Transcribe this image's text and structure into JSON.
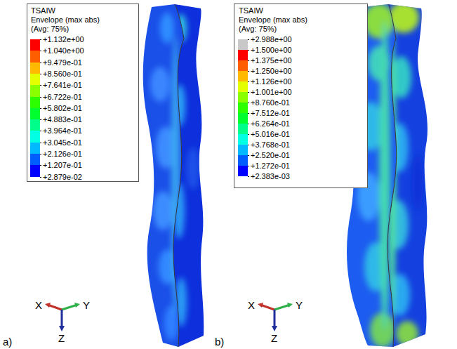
{
  "diagram": {
    "labels": [
      "TSAIW",
      "Envelope (max abs)",
      "(Avg: 75%)",
      "TSAIW",
      "Envelope (max abs)",
      "(Avg: 75%)",
      "X",
      "Y",
      "Z",
      "X",
      "Y",
      "Z",
      "a)",
      "b)"
    ],
    "legend": [
      {
        "text": "+1.132e+00",
        "color": "#ff0000"
      },
      {
        "text": "+1.040e+00",
        "color": "#ff5e00"
      },
      {
        "text": "+9.479e-01",
        "color": "#ffb900"
      },
      {
        "text": "+8.560e-01",
        "color": "#e3ff00"
      },
      {
        "text": "+7.641e-01",
        "color": "#8aff00"
      },
      {
        "text": "+6.722e-01",
        "color": "#2eff00"
      },
      {
        "text": "+5.802e-01",
        "color": "#00ff2e"
      },
      {
        "text": "+4.883e-01",
        "color": "#00ff8a"
      },
      {
        "text": "+3.964e-01",
        "color": "#00ffe3"
      },
      {
        "text": "+3.045e-01",
        "color": "#00b9ff"
      },
      {
        "text": "+2.126e-01",
        "color": "#005eff"
      },
      {
        "text": "+1.207e-01",
        "color": "#0000ff"
      },
      {
        "text": "+2.879e-02"
      },
      {
        "text": "+2.988e+00",
        "color": "#c8c8c8"
      },
      {
        "text": "+1.500e+00",
        "color": "#ff0000"
      },
      {
        "text": "+1.375e+00",
        "color": "#ff5e00"
      },
      {
        "text": "+1.250e+00",
        "color": "#ffb900"
      },
      {
        "text": "+1.126e+00",
        "color": "#e3ff00"
      },
      {
        "text": "+1.001e+00",
        "color": "#8aff00"
      },
      {
        "text": "+8.760e-01",
        "color": "#2eff00"
      },
      {
        "text": "+7.512e-01",
        "color": "#00ff2e"
      },
      {
        "text": "+6.264e-01",
        "color": "#00ff8a"
      },
      {
        "text": "+5.016e-01",
        "color": "#00ffe3"
      },
      {
        "text": "+3.768e-01",
        "color": "#00b9ff"
      },
      {
        "text": "+2.520e-01",
        "color": "#005eff"
      },
      {
        "text": "+1.272e-01",
        "color": "#0000ff"
      },
      {
        "text": "+2.383e-03"
      }
    ]
  }
}
